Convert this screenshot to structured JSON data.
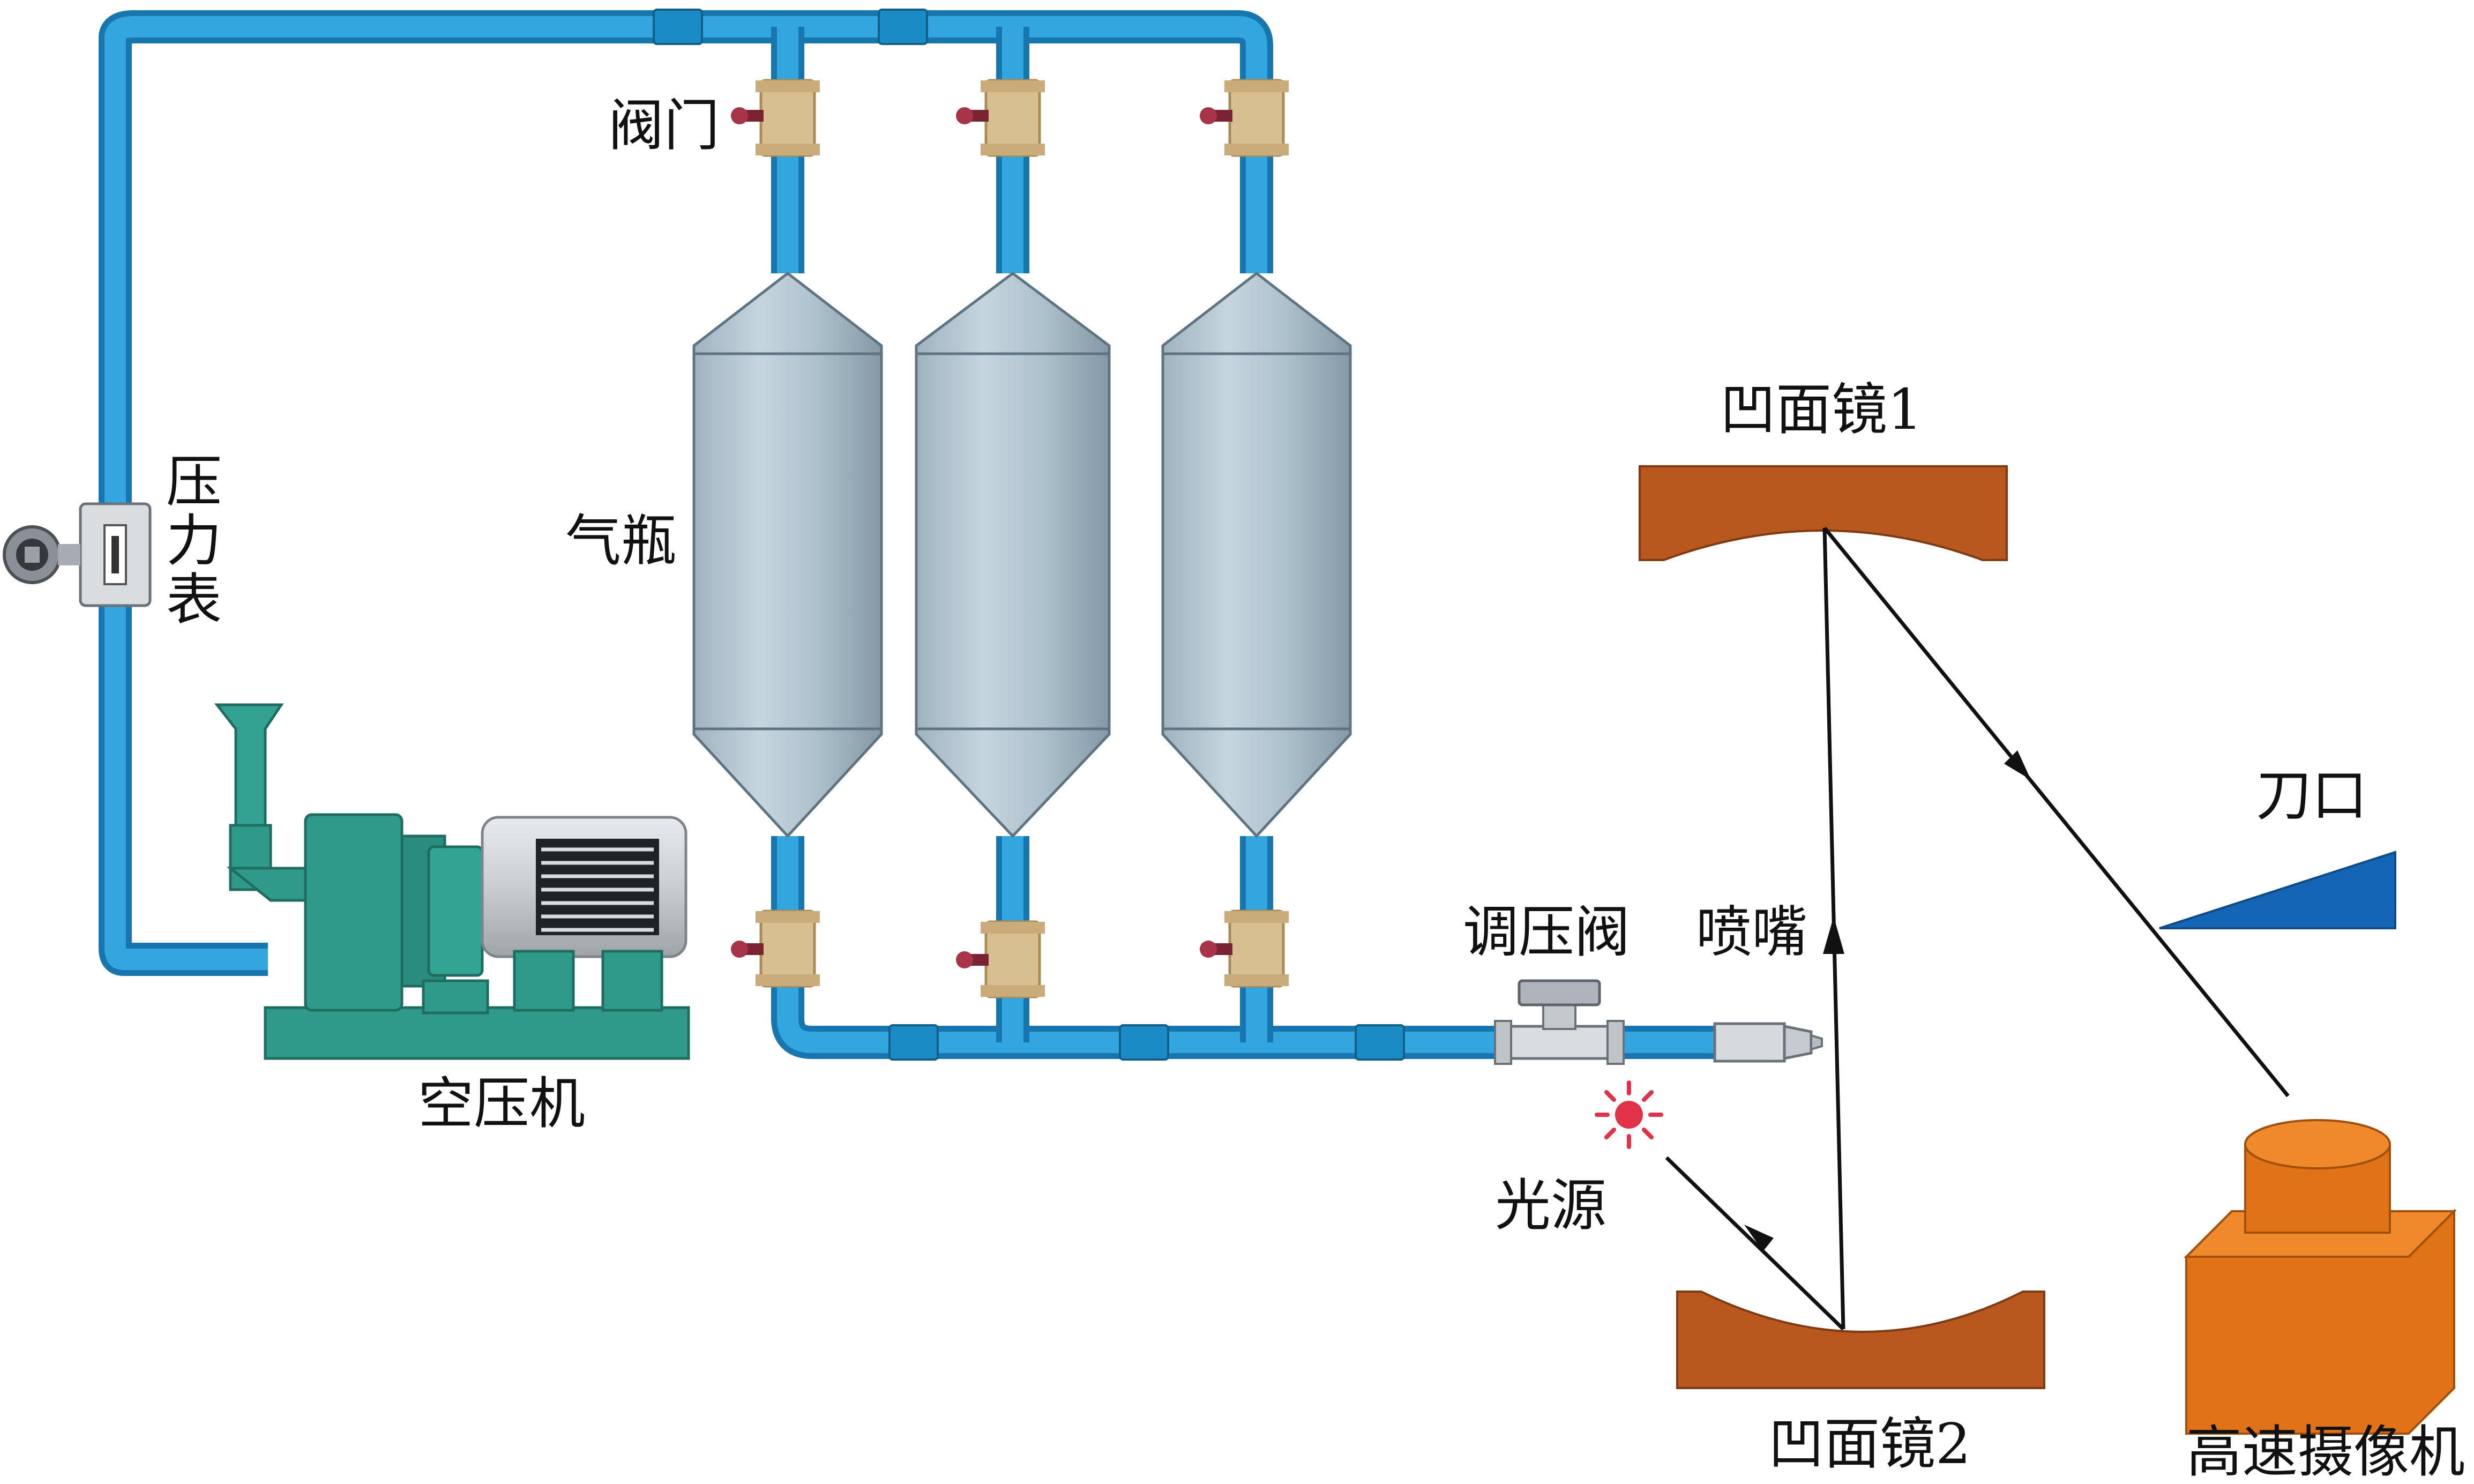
{
  "labels": {
    "valve": "阀门",
    "gas_cylinder": "气瓶",
    "gauge_1": "压",
    "gauge_2": "力",
    "gauge_3": "表",
    "compressor": "空压机",
    "regulator": "调压阀",
    "nozzle": "喷嘴",
    "light_source": "光源",
    "mirror_1": "凹面镜1",
    "mirror_2": "凹面镜2",
    "knife_edge": "刀口",
    "camera": "高速摄像机"
  },
  "colors": {
    "pipe": "#2196d3",
    "pipe_edge": "#1676ad",
    "valve_body": "#d8bf92",
    "valve_handle": "#a8344a",
    "cylinder": "#b0c4d1",
    "compressor_body": "#2f9a8a",
    "motor": "#d5d9dd",
    "mirror": "#b9581e",
    "knife": "#1565b7",
    "camera": "#e07318",
    "light": "#e0334a",
    "ray": "#111111"
  }
}
